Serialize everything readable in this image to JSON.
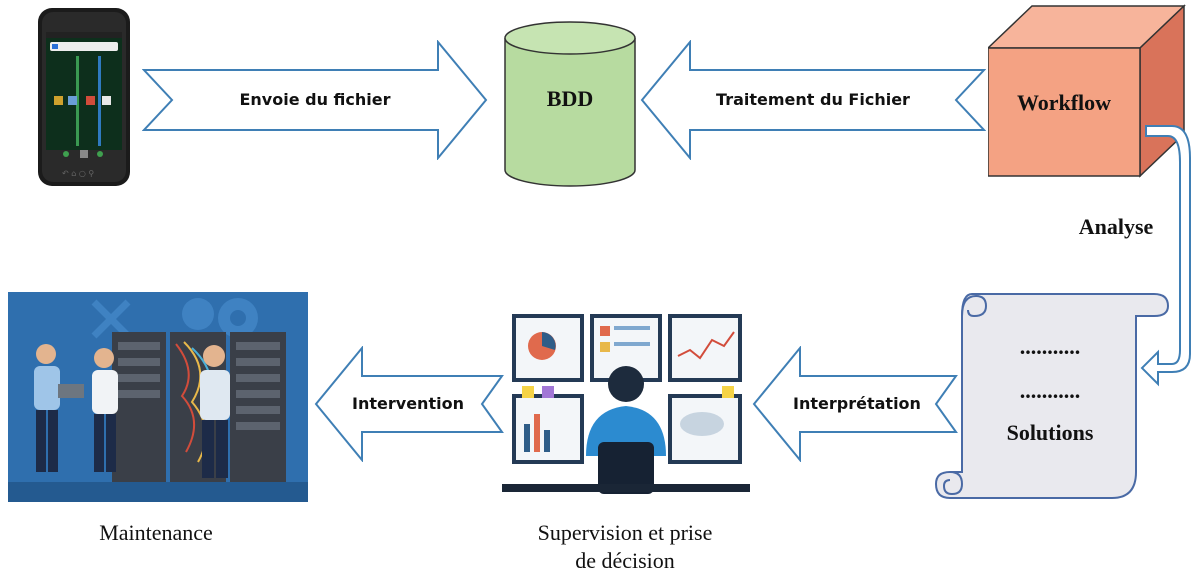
{
  "arrows": {
    "send": "Envoie du fichier",
    "processing": "Traitement du Fichier",
    "interpretation": "Interprétation",
    "intervention": "Intervention"
  },
  "nodes": {
    "database": "BDD",
    "workflow": "Workflow",
    "analyse": "Analyse",
    "solutions_dots_1": "...........",
    "solutions_dots_2": "...........",
    "solutions": "Solutions"
  },
  "captions": {
    "maintenance": "Maintenance",
    "supervision_line1": "Supervision et prise",
    "supervision_line2": "de décision"
  },
  "colors": {
    "arrow_stroke": "#3f7fb5",
    "cylinder_fill": "#b7dba0",
    "cube_front": "#f4a283",
    "cube_side": "#d9735a",
    "scroll_fill": "#e9e9ee",
    "scroll_stroke": "#4a6aa5"
  }
}
